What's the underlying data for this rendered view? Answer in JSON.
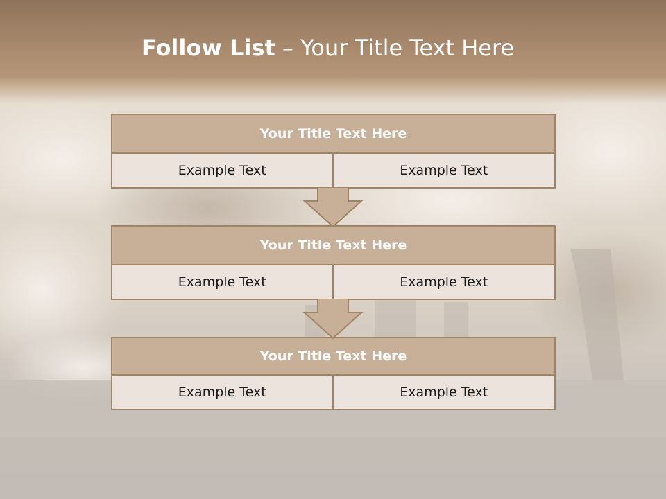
{
  "slide": {
    "title_bold": "Follow List",
    "title_rest": " – Your Title Text Here"
  },
  "blocks": [
    {
      "title": "Your Title Text Here",
      "cells": [
        "Example Text",
        "Example Text"
      ]
    },
    {
      "title": "Your Title Text Here",
      "cells": [
        "Example Text",
        "Example Text"
      ]
    },
    {
      "title": "Your Title Text Here",
      "cells": [
        "Example Text",
        "Example Text"
      ]
    }
  ],
  "colors": {
    "header": "#a98a6d",
    "block_title_fill": "#c8b098",
    "cell_fill": "#ebe3dc",
    "border": "#a08466"
  },
  "background": "industrial cooling towers emitting steam clouds"
}
